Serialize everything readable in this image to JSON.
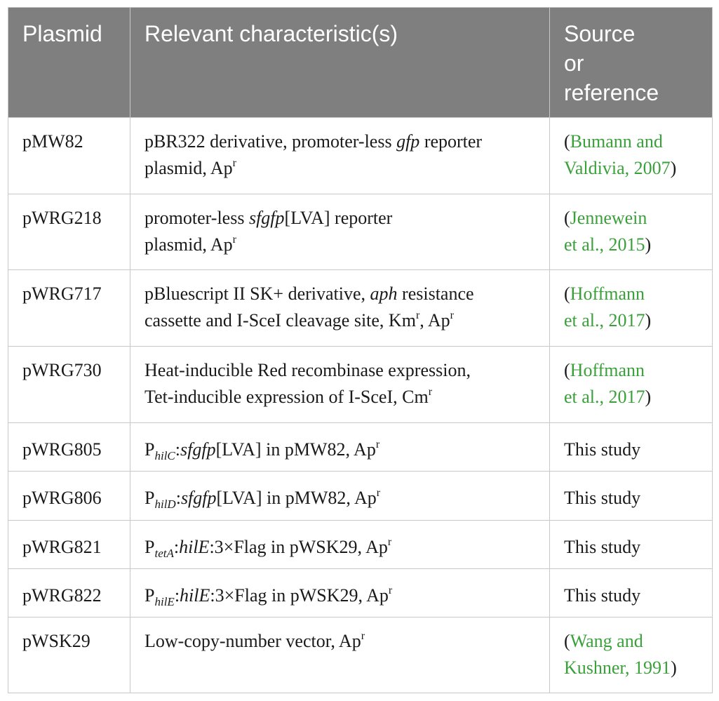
{
  "headers": {
    "plasmid": "Plasmid",
    "characteristics": "Relevant characteristic(s)",
    "source_line1": "Source",
    "source_line2": "or",
    "source_line3": "reference"
  },
  "rows": [
    {
      "plasmid": "pMW82",
      "char": {
        "a": "pBR322 derivative, promoter-less ",
        "b": "gfp",
        "c": " reporter",
        "d": "plasmid, Ap",
        "e": "r"
      },
      "src": {
        "open": "(",
        "l1": "Bumann and",
        "l2": "Valdivia, 2007",
        "close": ")"
      }
    },
    {
      "plasmid": "pWRG218",
      "char": {
        "a": "promoter-less ",
        "b": "sfgfp",
        "c": "[LVA] reporter",
        "d": "plasmid, Ap",
        "e": "r"
      },
      "src": {
        "open": "(",
        "l1": "Jennewein",
        "l2": "et al., 2015",
        "close": ")"
      }
    },
    {
      "plasmid": "pWRG717",
      "char": {
        "a": "pBluescript II SK+ derivative, ",
        "b": "aph",
        "c": " resistance",
        "d": "cassette and I-SceI cleavage site, Km",
        "e": "r",
        "f": ", Ap",
        "g": "r"
      },
      "src": {
        "open": "(",
        "l1": "Hoffmann",
        "l2": "et al., 2017",
        "close": ")"
      }
    },
    {
      "plasmid": "pWRG730",
      "char": {
        "a": "Heat-inducible Red recombinase expression,",
        "b": "Tet-inducible expression of I-SceI, Cm",
        "c": "r"
      },
      "src": {
        "open": "(",
        "l1": "Hoffmann",
        "l2": "et al., 2017",
        "close": ")"
      }
    },
    {
      "plasmid": "pWRG805",
      "char": {
        "p": "P",
        "sub": "hilC",
        "a": ":",
        "b": "sfgfp",
        "c": "[LVA] in pMW82, Ap",
        "e": "r"
      },
      "src": {
        "text": "This study"
      }
    },
    {
      "plasmid": "pWRG806",
      "char": {
        "p": "P",
        "sub": "hilD",
        "a": ":",
        "b": "sfgfp",
        "c": "[LVA] in pMW82, Ap",
        "e": "r"
      },
      "src": {
        "text": "This study"
      }
    },
    {
      "plasmid": "pWRG821",
      "char": {
        "p": "P",
        "sub": "tetA",
        "a": ":",
        "b": "hilE",
        "c": ":3×Flag in pWSK29, Ap",
        "e": "r"
      },
      "src": {
        "text": "This study"
      }
    },
    {
      "plasmid": "pWRG822",
      "char": {
        "p": "P",
        "sub": "hilE",
        "a": ":",
        "b": "hilE",
        "c": ":3×Flag in pWSK29, Ap",
        "e": "r"
      },
      "src": {
        "text": "This study"
      }
    },
    {
      "plasmid": "pWSK29",
      "char": {
        "a": "Low-copy-number vector, Ap",
        "e": "r"
      },
      "src": {
        "open": "(",
        "l1": "Wang and",
        "l2": "Kushner, 1991",
        "close": ")"
      }
    }
  ],
  "colors": {
    "header_bg": "#7f7f7f",
    "reference_link": "#3aa13a",
    "border": "#c8c8c8"
  }
}
